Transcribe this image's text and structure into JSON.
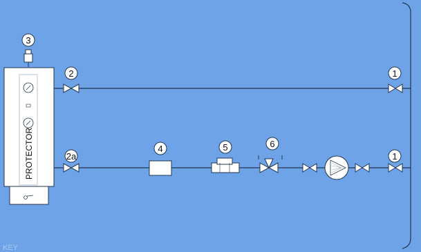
{
  "background_color": "#6ea3e8",
  "line_color": "#22364f",
  "unit": {
    "label": "PROTECTOR"
  },
  "callouts": [
    {
      "id": "3",
      "label": "3"
    },
    {
      "id": "2",
      "label": "2"
    },
    {
      "id": "2a",
      "label": "2a"
    },
    {
      "id": "4",
      "label": "4"
    },
    {
      "id": "5",
      "label": "5"
    },
    {
      "id": "6",
      "label": "6"
    },
    {
      "id": "1-top",
      "label": "1"
    },
    {
      "id": "1-bottom",
      "label": "1"
    }
  ],
  "key_label": "KEY",
  "icons": [
    "gauge-icon",
    "valve-icon",
    "pump-icon",
    "strainer-icon",
    "flow-meter-icon",
    "relief-valve-icon"
  ]
}
